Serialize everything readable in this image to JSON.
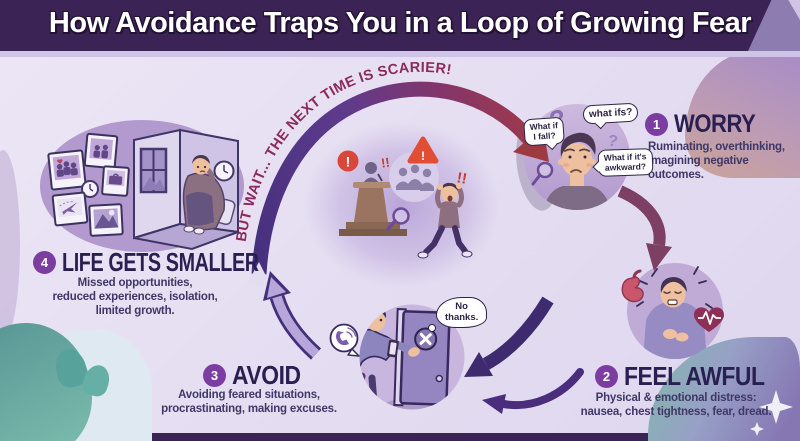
{
  "title": "How Avoidance Traps You in a Loop of Growing Fear",
  "loop": {
    "banner": "BUT WAIT... THE NEXT TIME IS SCARIER!"
  },
  "stages": [
    {
      "number": "1",
      "heading": "WORRY",
      "description": "Ruminating, overthinking,\nimagining negative\noutcomes.",
      "bubbles": [
        "What if\nI fall?",
        "what ifs?",
        "What if it's\nawkward?"
      ]
    },
    {
      "number": "2",
      "heading": "FEEL AWFUL",
      "description": "Physical & emotional distress:\nnausea, chest tightness, fear, dread."
    },
    {
      "number": "3",
      "heading": "AVOID",
      "description": "Avoiding feared situations,\nprocrastinating, making excuses.",
      "bubbles": [
        "No\nthanks."
      ]
    },
    {
      "number": "4",
      "heading": "LIFE GETS SMALLER",
      "description": "Missed opportunities,\nreduced experiences, isolation,\nlimited growth."
    }
  ],
  "glyphs": {
    "question": "?",
    "exclamation": "!",
    "double_exclamation": "!!"
  },
  "colors": {
    "header_bg": "#3b2356",
    "badge_purple": "#7b3da1",
    "heading_text": "#291f50",
    "body_text": "#3f3866",
    "banner_text": "#8b2a5c",
    "arc_purple": "#46307e",
    "arc_red": "#a03a48",
    "background_lavender": "#e6dff2",
    "accent_teal": "#5fa39d"
  }
}
